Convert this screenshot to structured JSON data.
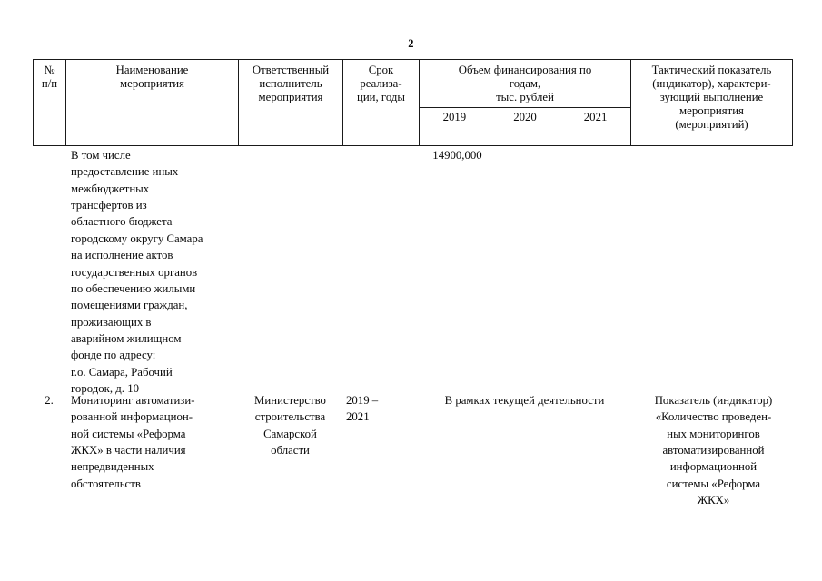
{
  "page": {
    "number": "2"
  },
  "table": {
    "headers": {
      "num": [
        "№",
        "п/п"
      ],
      "name": [
        "Наименование",
        "мероприятия"
      ],
      "executor": [
        "Ответственный",
        "исполнитель",
        "мероприятия"
      ],
      "term": [
        "Срок",
        "реализа-",
        "ции, годы"
      ],
      "financing": [
        "Объем финансирования по",
        "годам,",
        "тыс. рублей"
      ],
      "years": [
        "2019",
        "2020",
        "2021"
      ],
      "indicator": [
        "Тактический показатель",
        "(индикатор), характери-",
        "зующий выполнение",
        "мероприятия",
        "(мероприятий)"
      ]
    },
    "rows": [
      {
        "num": "",
        "name": [
          "В том числе",
          "предоставление иных",
          "межбюджетных",
          "трансфертов из",
          "областного бюджета",
          "городскому округу Самара",
          "на исполнение актов",
          "государственных органов",
          "по обеспечению жилыми",
          "помещениями граждан,",
          "проживающих в",
          "аварийном жилищном",
          "фонде по адресу:",
          "г.о. Самара, Рабочий",
          "городок, д. 10"
        ],
        "executor": [],
        "term": [],
        "fin_2019": "14900,000",
        "fin_2020": "",
        "fin_2021": "",
        "indicator": []
      },
      {
        "num": "2.",
        "name": [
          "Мониторинг автоматизи-",
          "рованной информацион-",
          "ной системы «Реформа",
          "ЖКХ» в части наличия",
          "непредвиденных",
          "обстоятельств"
        ],
        "executor": [
          "Министерство",
          "строительства",
          "Самарской",
          "области"
        ],
        "term": [
          "2019 –",
          "2021"
        ],
        "fin_span": "В рамках текущей деятельности",
        "indicator": [
          "Показатель (индикатор)",
          "«Количество проведен-",
          "ных мониторингов",
          "автоматизированной",
          "информационной",
          "системы «Реформа",
          "ЖКХ»"
        ]
      }
    ]
  }
}
